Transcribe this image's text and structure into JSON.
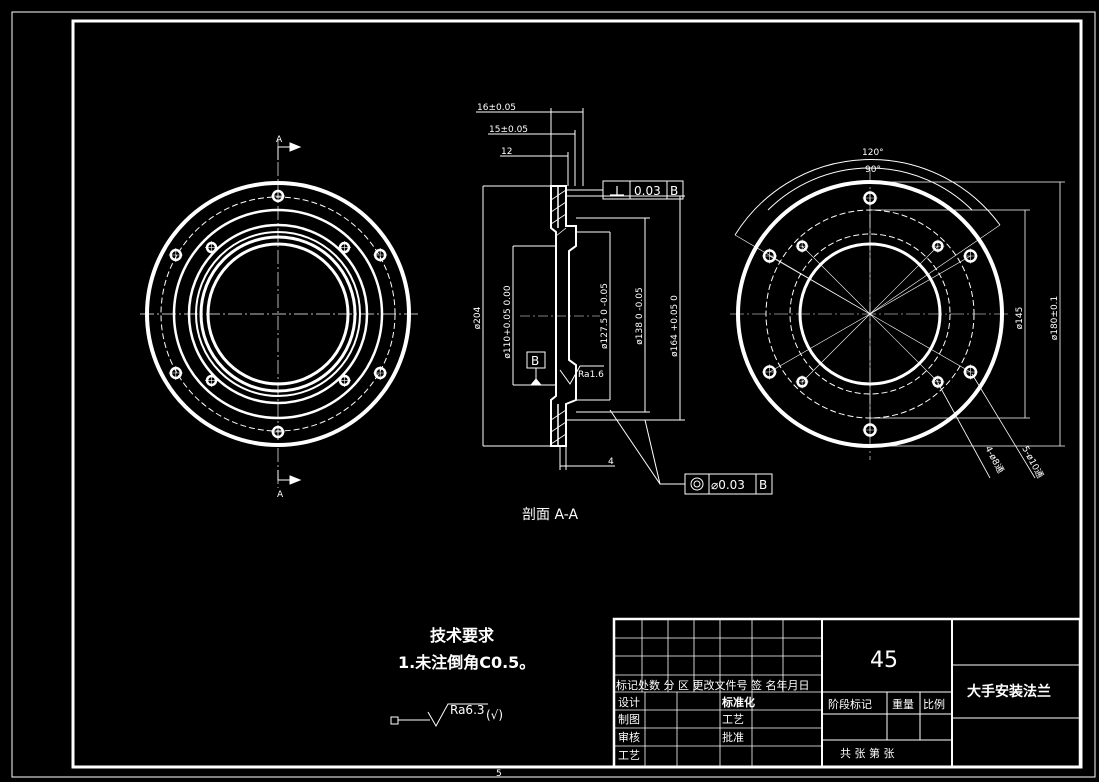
{
  "section": {
    "cut_label": "A",
    "title": "剖面 A-A"
  },
  "dimensions": {
    "t16": "16±0.05",
    "t15": "15±0.05",
    "t12": "12",
    "d204": "ø204",
    "d110": "ø110+0.05 0.00",
    "d127": "ø127.5 0 -0.05",
    "d138": "ø138 0 -0.05",
    "d164": "ø164 +0.05 0",
    "ra": "Ra1.6",
    "d4": "4",
    "ang120": "120°",
    "ang90": "90°",
    "d145": "ø145",
    "d180": "ø180±0.1",
    "holes4": "4-ø8通",
    "holes5": "5-ø10通"
  },
  "tolerances": {
    "perp_value": "0.03",
    "conc_value": "⌀0.03",
    "datum": "B",
    "datum_marker": "B"
  },
  "notes": {
    "heading": "技术要求",
    "item1": "1.未注倒角C0.5。",
    "roughness": "Ra6.3",
    "roughness_suffix": "(√)"
  },
  "title_block": {
    "material": "45",
    "part_name": "大手安装法兰",
    "header_row": "标记处数 分 区 更改文件号 签 名年月日",
    "design": "设计",
    "drafting": "制图",
    "review": "审核",
    "process": "工艺",
    "standardization": "标准化",
    "process2": "工艺",
    "approval": "批准",
    "stage_mark": "阶段标记",
    "weight": "重量",
    "scale": "比例",
    "sheets": "共   张   第   张"
  },
  "footer": {
    "page": "5"
  }
}
